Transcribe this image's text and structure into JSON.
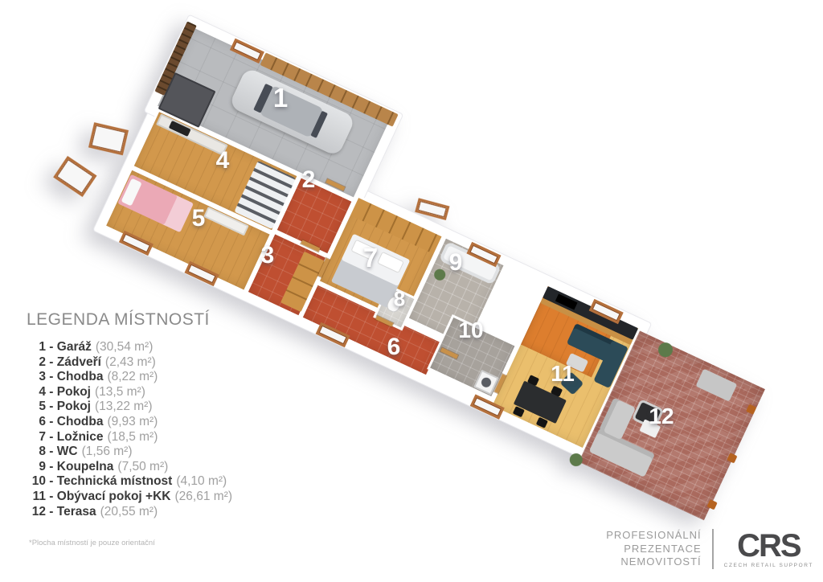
{
  "legend": {
    "title": "LEGENDA MÍSTNOSTÍ",
    "items": [
      {
        "num": "1",
        "name": "Garáž",
        "area": "(30,54 m²)"
      },
      {
        "num": "2",
        "name": "Zádveří",
        "area": "(2,43 m²)"
      },
      {
        "num": "3",
        "name": "Chodba",
        "area": "(8,22 m²)"
      },
      {
        "num": "4",
        "name": "Pokoj",
        "area": "(13,5 m²)"
      },
      {
        "num": "5",
        "name": "Pokoj",
        "area": "(13,22 m²)"
      },
      {
        "num": "6",
        "name": "Chodba",
        "area": "(9,93 m²)"
      },
      {
        "num": "7",
        "name": "Ložnice",
        "area": "(18,5 m²)"
      },
      {
        "num": "8",
        "name": "WC",
        "area": "(1,56 m²)"
      },
      {
        "num": "9",
        "name": "Koupelna",
        "area": "(7,50 m²)"
      },
      {
        "num": "10",
        "name": "Technická místnost",
        "area": "(4,10 m²)"
      },
      {
        "num": "11",
        "name": "Obývací pokoj +KK",
        "area": "(26,61 m²)"
      },
      {
        "num": "12",
        "name": "Terasa",
        "area": "(20,55 m²)"
      }
    ],
    "footnote": "*Plocha místností je pouze orientační"
  },
  "branding": {
    "tagline": [
      "PROFESIONÁLNÍ",
      "PREZENTACE",
      "NEMOVITOSTÍ"
    ],
    "logo_text": "CRS",
    "logo_subtext": "CZECH RETAIL SUPPORT"
  },
  "floorplan": {
    "room_labels": [
      "1",
      "2",
      "3",
      "4",
      "5",
      "6",
      "7",
      "8",
      "9",
      "10",
      "11",
      "12"
    ],
    "colors": {
      "corridor_tile": "#bf4f31",
      "wood_floor": "#d2984c",
      "living_wood": "#eabf6d",
      "kitchen_wood": "#dd7e2e",
      "garage_concrete": "#b9bbbe",
      "bathroom_tile": "#b8b2aa",
      "terrace_brick": "#aa6a5e",
      "wall_white": "#ffffff",
      "sofa_teal": "#2c4b58",
      "bed_pink": "#eba9b6",
      "window_frame": "#b4703c"
    }
  }
}
